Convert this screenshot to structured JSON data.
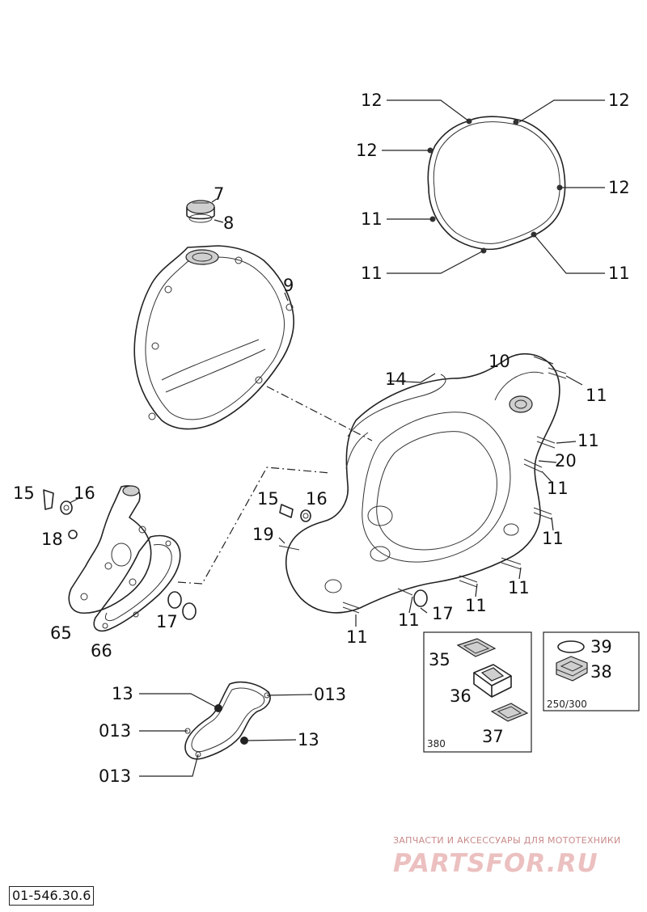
{
  "callouts": {
    "gasket_top": [
      "12",
      "12",
      "12",
      "12",
      "11",
      "11",
      "11"
    ],
    "filler_plug": [
      "7",
      "8"
    ],
    "outer_cover": [
      "9"
    ],
    "crankcase_cover": [
      "10",
      "14",
      "11",
      "11",
      "20",
      "11",
      "11",
      "11",
      "11",
      "17",
      "11",
      "15",
      "16",
      "19"
    ],
    "water_pump": [
      "15",
      "16",
      "18",
      "17",
      "65",
      "66"
    ],
    "pump_gasket": [
      "13",
      "013",
      "013",
      "13",
      "013"
    ],
    "inset_380": [
      "35",
      "36",
      "37"
    ],
    "inset_250": [
      "39",
      "38"
    ]
  },
  "insets": {
    "left_caption": "380",
    "right_caption": "250/300"
  },
  "document_number": "01-546.30.6",
  "watermark": {
    "tagline": "ЗАПЧАСТИ И АКСЕССУАРЫ ДЛЯ МОТОТЕХНИКИ",
    "logo": "PARTSFOR.RU"
  }
}
